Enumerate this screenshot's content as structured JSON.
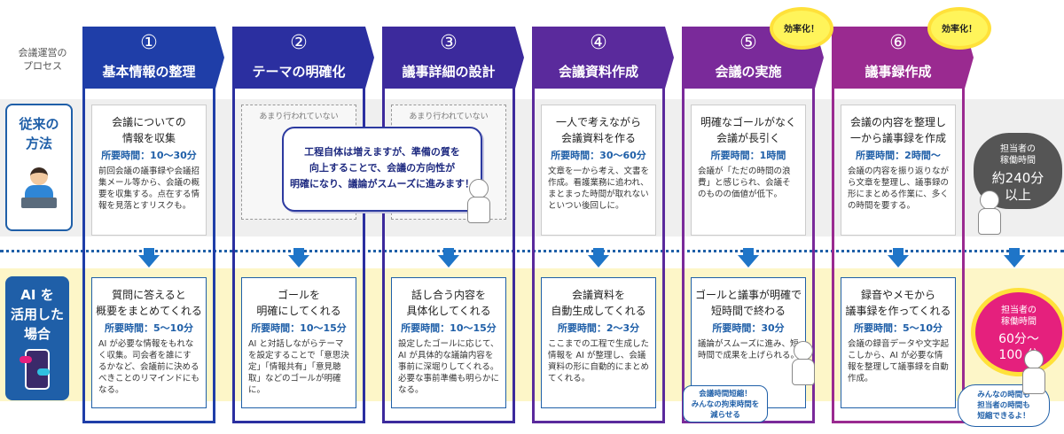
{
  "process_label": "会議運営の\nプロセス",
  "rows": {
    "traditional": "従来の\n方法",
    "ai": "AI を\n活用した\n場合"
  },
  "steps": [
    {
      "num": "①",
      "name": "基本情報の整理",
      "color": "#1f3ea8",
      "trad": {
        "dashed": false,
        "title": "会議についての\n情報を収集",
        "time": "所要時間：10〜30分",
        "desc": "前回会議の議事録や会議招集メール等から、会議の概要を収集する。点在する情報を見落とすリスクも。"
      },
      "ai": {
        "title": "質問に答えると\n概要をまとめてくれる",
        "time": "所要時間：5〜10分",
        "desc": "AI が必要な情報をもれなく収集。司会者を誰にするかなど、会議前に決めるべきことのリマインドにもなる。"
      }
    },
    {
      "num": "②",
      "name": "テーマの明確化",
      "color": "#2b2fa0",
      "trad": {
        "dashed": true,
        "title": "あまり行われていない",
        "time": "",
        "desc": ""
      },
      "ai": {
        "title": "ゴールを\n明確にしてくれる",
        "time": "所要時間：10〜15分",
        "desc": "AI と対話しながらテーマを設定することで「意思決定」「情報共有」「意見聴取」などのゴールが明確に。"
      }
    },
    {
      "num": "③",
      "name": "議事詳細の設計",
      "color": "#3c2a9c",
      "trad": {
        "dashed": true,
        "title": "あまり行われていない",
        "time": "",
        "desc": ""
      },
      "ai": {
        "title": "話し合う内容を\n具体化してくれる",
        "time": "所要時間：10〜15分",
        "desc": "設定したゴールに応じて、AI が具体的な議論内容を事前に深堀りしてくれる。必要な事前準備も明らかになる。"
      }
    },
    {
      "num": "④",
      "name": "会議資料作成",
      "color": "#5a2a9c",
      "trad": {
        "dashed": false,
        "title": "一人で考えながら\n会議資料を作る",
        "time": "所要時間：30〜60分",
        "desc": "文章を一から考え、文書を作成。看護業務に追われ、まとまった時間が取れないといつい後回しに。"
      },
      "ai": {
        "title": "会議資料を\n自動生成してくれる",
        "time": "所要時間：2〜3分",
        "desc": "ここまでの工程で生成した情報を AI が整理し、会議資料の形に自動的にまとめてくれる。"
      }
    },
    {
      "num": "⑤",
      "name": "会議の実施",
      "color": "#7a2a9a",
      "trad": {
        "dashed": false,
        "title": "明確なゴールがなく\n会議が長引く",
        "time": "所要時間：1時間",
        "desc": "会議が「ただの時間の浪費」と感じられ、会議そのものの価値が低下。"
      },
      "ai": {
        "title": "ゴールと議事が明確で\n短時間で終わる",
        "time": "所要時間：30分",
        "desc": "議論がスムーズに進み、短時間で成果を上げられる。"
      }
    },
    {
      "num": "⑥",
      "name": "議事録作成",
      "color": "#9a2a90",
      "trad": {
        "dashed": false,
        "title": "会議の内容を整理し\n一から議事録を作成",
        "time": "所要時間：2時間〜",
        "desc": "会議の内容を振り返りながら文章を整理し、議事録の形にまとめる作業に、多くの時間を要する。"
      },
      "ai": {
        "title": "録音やメモから\n議事録を作ってくれる",
        "time": "所要時間：5〜10分",
        "desc": "会議の録音データや文字起こしから、AI が必要な情報を整理して議事録を自動作成。"
      }
    }
  ],
  "bubble": "工程自体は増えますが、準備の質を\n向上することで、会議の方向性が\n明確になり、議論がスムーズに進みます！",
  "efficiency_badges": [
    "効率化！",
    "効率化！"
  ],
  "total_trad": {
    "label": "担当者の\n稼働時間",
    "value": "約240分\n以上"
  },
  "total_ai": {
    "label": "担当者の\n稼働時間",
    "value": "60分〜\n100 分"
  },
  "note_meeting": "会議時間短縮！\nみんなの拘束時間を\n減らせる",
  "note_total": "みんなの時間も\n担当者の時間も\n短縮できるよ！"
}
